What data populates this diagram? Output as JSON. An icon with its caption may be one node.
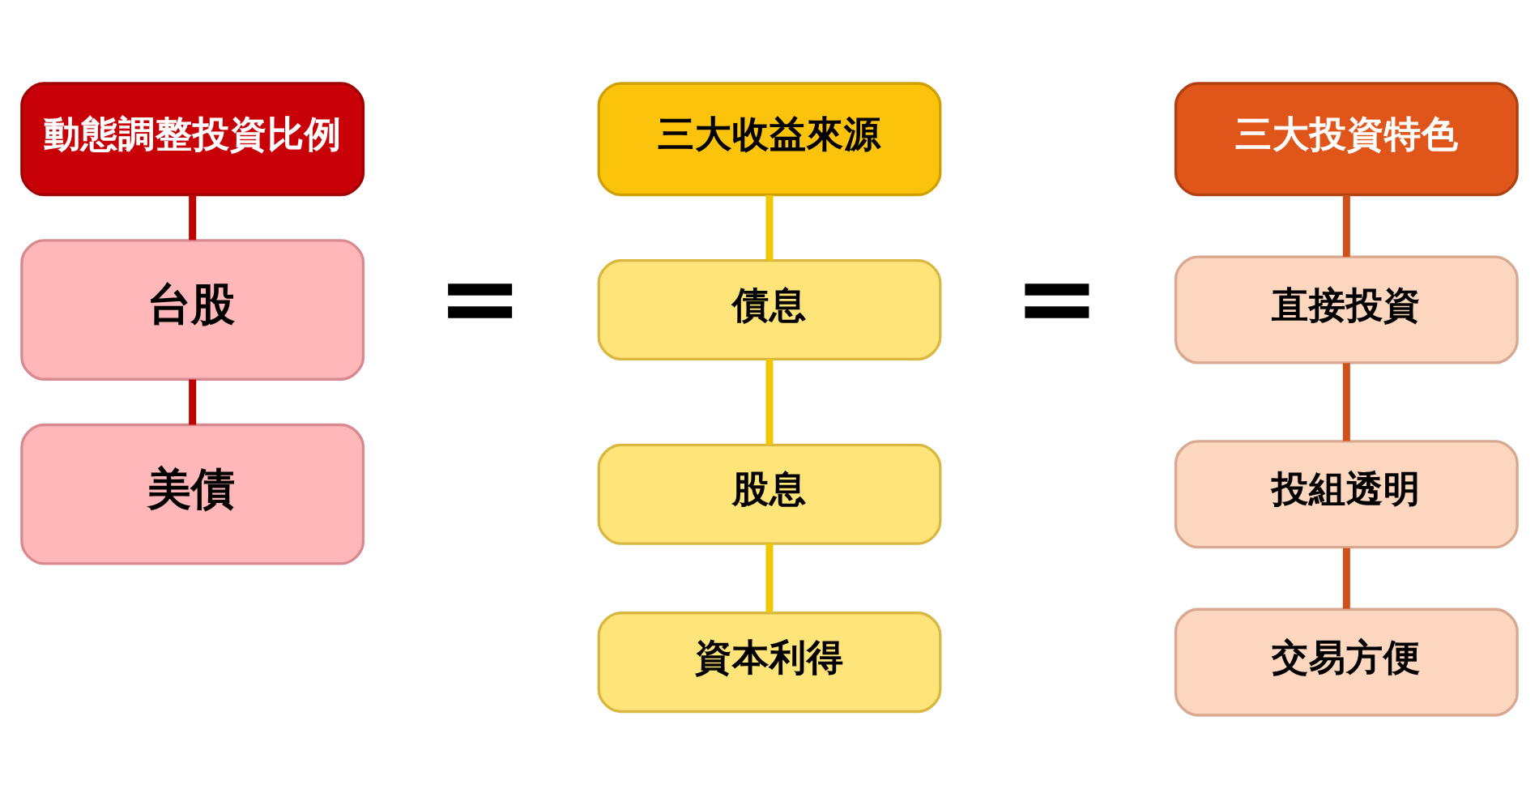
{
  "diagram": {
    "nodes": [
      {
        "text": [
          "動態調整投資比例"
        ]
      },
      {
        "text": [
          "台股"
        ]
      },
      {
        "text": [
          "美債"
        ]
      },
      {
        "text": [
          "三大收益來源"
        ]
      },
      {
        "text": [
          "債息"
        ]
      },
      {
        "text": [
          "股息"
        ]
      },
      {
        "text": [
          "資本利得"
        ]
      },
      {
        "text": [
          "三大投資特色"
        ]
      },
      {
        "text": [
          "直接投資"
        ]
      },
      {
        "text": [
          "投組透明"
        ]
      },
      {
        "text": [
          "交易方便"
        ]
      }
    ],
    "edges": [
      {
        "from": 0,
        "to": 1,
        "arrow": "none",
        "color": "#c00000"
      },
      {
        "from": 1,
        "to": 2,
        "arrow": "none",
        "color": "#c00000"
      },
      {
        "from": 3,
        "to": 4,
        "arrow": "none",
        "color": "#f0c800"
      },
      {
        "from": 4,
        "to": 5,
        "arrow": "none",
        "color": "#f0c800"
      },
      {
        "from": 5,
        "to": 6,
        "arrow": "none",
        "color": "#f0c800"
      },
      {
        "from": 7,
        "to": 8,
        "arrow": "none",
        "color": "#d0501a"
      },
      {
        "from": 8,
        "to": 9,
        "arrow": "none",
        "color": "#d0501a"
      },
      {
        "from": 9,
        "to": 10,
        "arrow": "none",
        "color": "#d0501a"
      }
    ],
    "labels": [
      "=",
      "="
    ]
  }
}
